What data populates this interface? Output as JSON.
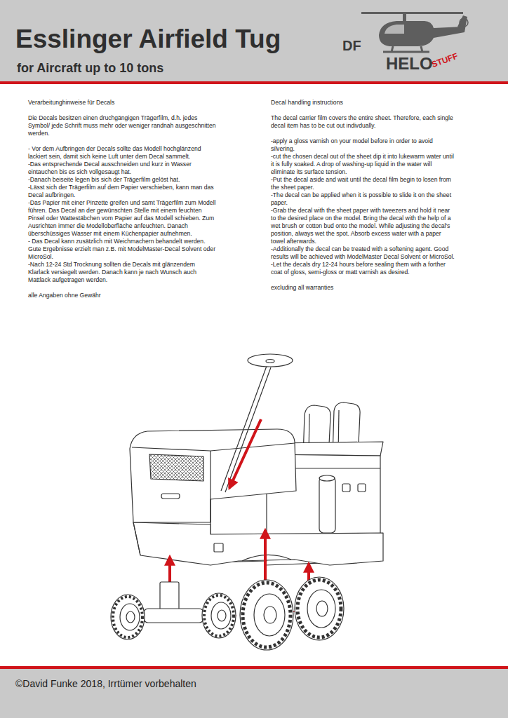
{
  "diagram": {
    "title": "Esslinger Airfield Tug",
    "nodes": [
      {
        "text": [
          "©David Funke 2018, Irrtümer vorbehalten"
        ]
      }
    ],
    "labels": [
      "for Aircraft up to 10 tons",
      "DF",
      "HELO",
      "STUFF",
      "Verarbeitunghinweise für Decals",
      "Die Decals besitzen einen druchgängigen Trägerfilm, d.h. jedes Symbol/ jede Schrift muss mehr oder weniger randnah ausgeschnitten werden.",
      "- Vor dem Aufbringen der Decals sollte das Modell hochglänzend lackiert sein, damit sich keine Luft unter dem Decal sammelt.",
      "-Das entsprechende Decal ausschneiden und kurz in Wasser eintauchen bis es sich vollgesaugt hat.",
      "-Danach beiseite legen bis sich der Trägerfilm gelöst hat.",
      "-Lässt sich der Trägerfilm auf dem Papier verschieben, kann man das Decal aufbringen.",
      "-Das Papier mit einer Pinzette greifen und samt Trägerfilm zum Modell führen. Das Decal an der gewünschten Stelle mit einem feuchten Pinsel oder Wattestäbchen vom Papier auf das Modell schieben. Zum Ausrichten immer die Modelloberfläche anfeuchten. Danach überschüssiges Wasser mit einem Küchenpapier aufnehmen.",
      "- Das Decal kann zusätzlich mit Weichmachern behandelt werden. Gute Ergebnisse erzielt man z.B. mit ModelMaster-Decal Solvent oder MicroSol.",
      "-Nach 12-24 Std Trocknung sollten die Decals mit glänzendem Klarlack versiegelt werden. Danach kann je nach Wunsch auch Mattlack aufgetragen werden.",
      "alle Angaben ohne Gewähr",
      "Decal handling instructions",
      "The decal carrier film covers the entire sheet. Therefore, each single decal item has to be cut out indivdually.",
      "-apply a gloss varnish on your model before in order to avoid silvering.",
      "-cut the chosen decal out of the sheet dip it into lukewarm water until it is fully soaked. A drop of washing-up liquid in the water will eliminate its surface tension.",
      "-Put the decal aside and wait until the decal film begin to losen from the sheet paper.",
      "-The decal can be applied when it is possible to slide it on the sheet paper.",
      "-Grab the decal with the sheet paper with tweezers and hold it near to the desired place on the model. Bring the decal with the help of a wet brush or cotton bud onto the model. While adjusting the decal's position, always wet the spot. Absorb excess water with a paper towel afterwards.",
      "-Additionally the decal can be treated with a softening agent. Good results will be achieved with ModelMaster Decal Solvent or MicroSol.",
      "-Let the decals dry 12-24 hours before sealing them with a forther coat of gloss, semi-gloss or matt varnish as desired.",
      "excluding all warranties"
    ]
  }
}
